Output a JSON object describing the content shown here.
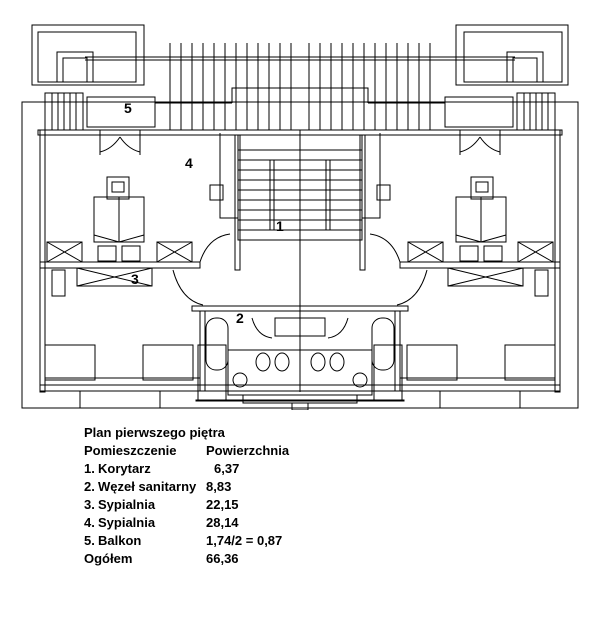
{
  "plan": {
    "room_labels": [
      "1",
      "2",
      "3",
      "4",
      "5"
    ]
  },
  "legend": {
    "title": "Plan pierwszego piętra",
    "header": {
      "room": "Pomieszczenie",
      "area": "Powierzchnia"
    },
    "rows": [
      {
        "num": "1.",
        "name": "Korytarz",
        "area": "6,37"
      },
      {
        "num": "2.",
        "name": "Węzeł sanitarny",
        "area": "8,83"
      },
      {
        "num": "3.",
        "name": "Sypialnia",
        "area": "22,15"
      },
      {
        "num": "4.",
        "name": "Sypialnia",
        "area": "28,14"
      },
      {
        "num": "5.",
        "name": "Balkon",
        "area": "1,74/2 = 0,87"
      }
    ],
    "total": {
      "name": "Ogółem",
      "area": "66,36"
    }
  }
}
